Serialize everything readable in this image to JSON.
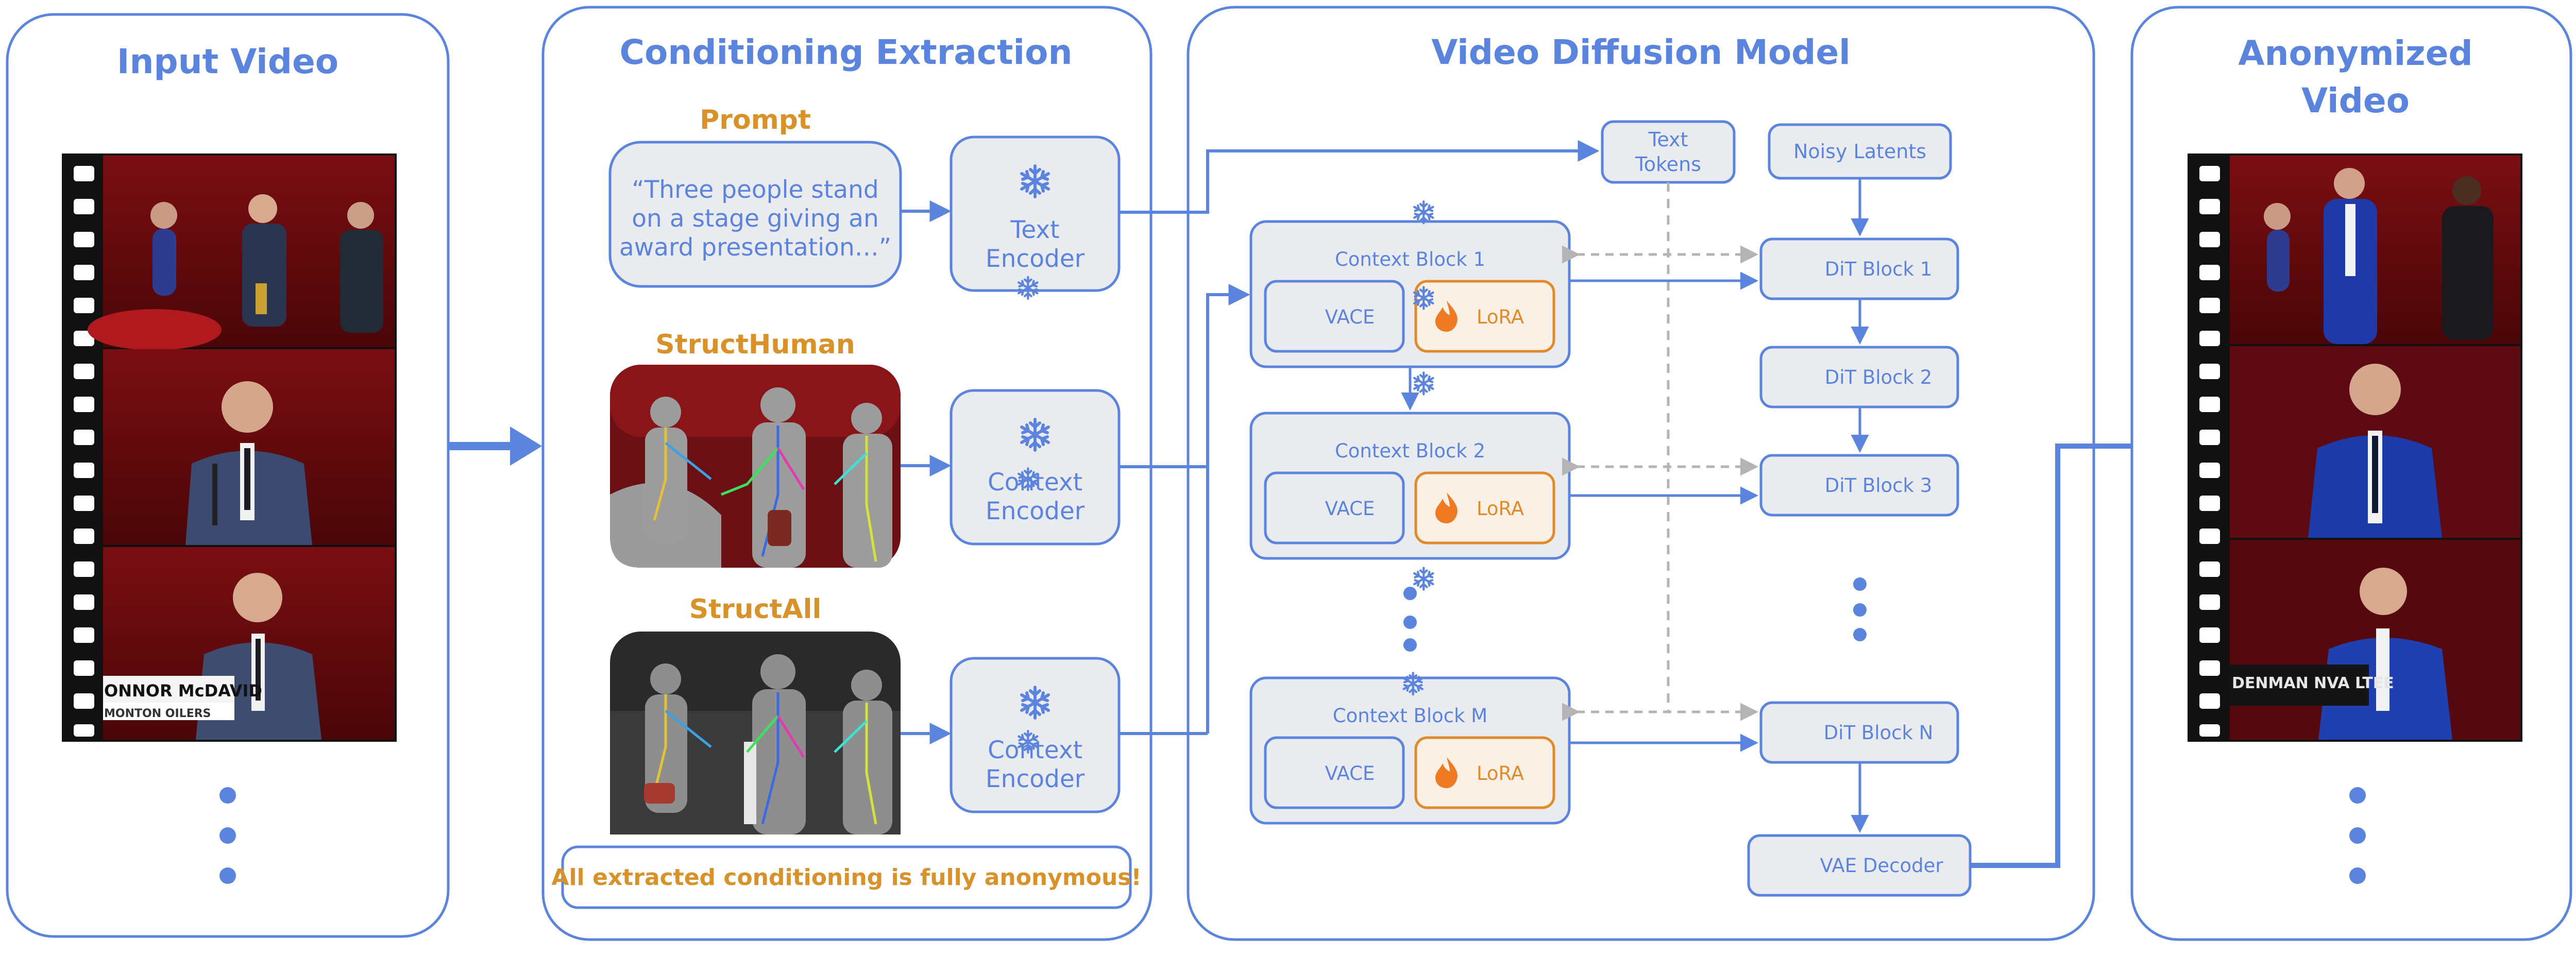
{
  "panels": {
    "input": {
      "title": "Input Video",
      "overlay_name": "ONNOR McDAVID",
      "overlay_team": "MONTON OILERS"
    },
    "conditioning": {
      "title": "Conditioning Extraction",
      "prompt_label": "Prompt",
      "prompt_lines": [
        "“Three people stand",
        "on a stage giving an",
        "award presentation…”"
      ],
      "text_encoder": [
        "Text",
        "Encoder"
      ],
      "structhuman_label": "StructHuman",
      "structall_label": "StructAll",
      "context_encoder_1": [
        "Context",
        "Encoder"
      ],
      "context_encoder_2": [
        "Context",
        "Encoder"
      ],
      "footer": "All extracted conditioning is fully anonymous!"
    },
    "diffusion": {
      "title": "Video Diffusion Model",
      "text_tokens": [
        "Text",
        "Tokens"
      ],
      "noisy_latents": "Noisy Latents",
      "context_block_1": "Context Block 1",
      "context_block_2": "Context Block 2",
      "context_block_m": "Context Block M",
      "vace": "VACE",
      "lora": "LoRA",
      "dit_1": "DiT Block 1",
      "dit_2": "DiT Block 2",
      "dit_3": "DiT Block 3",
      "dit_n": "DiT Block N",
      "vae_decoder": "VAE Decoder"
    },
    "output": {
      "title_lines": [
        "Anonymized",
        "Video"
      ],
      "overlay_text": "DENMAN NVA LTEE"
    }
  },
  "icons": [
    "snowflake-icon",
    "flame-icon",
    "film-strip-icon"
  ],
  "colors": {
    "accent_blue": "#5b84de",
    "orange": "#d9912a",
    "box_fill": "#eaebee",
    "flame": "#f07a22"
  }
}
